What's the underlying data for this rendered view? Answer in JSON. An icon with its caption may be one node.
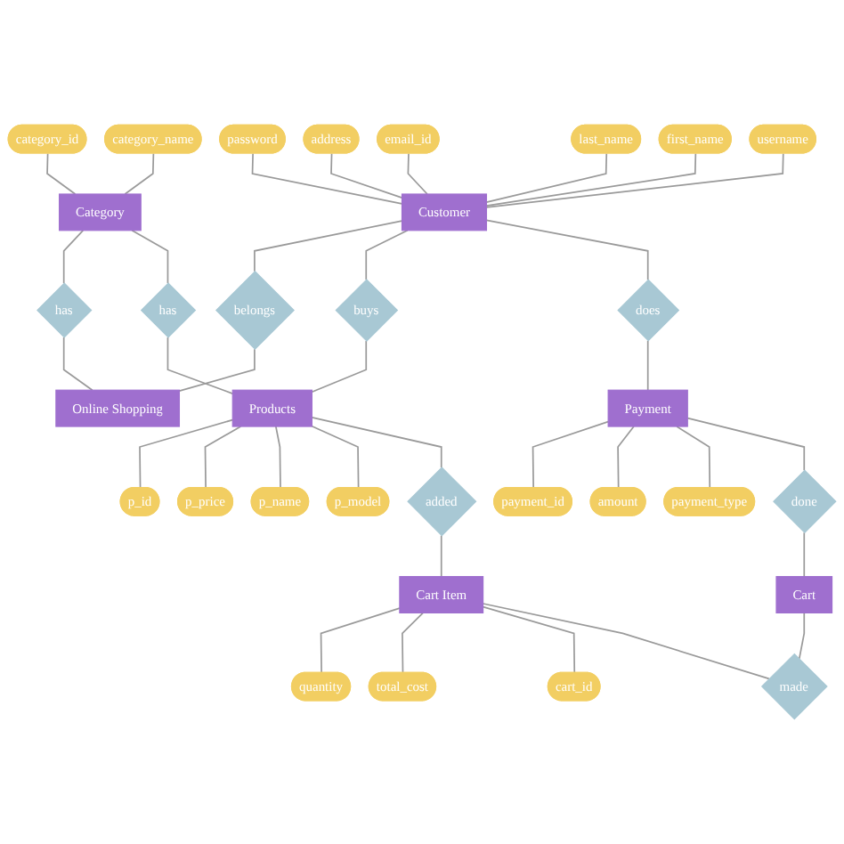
{
  "diagram": {
    "nodes": [
      {
        "text": [
          "category_id"
        ]
      },
      {
        "text": [
          "category_name"
        ]
      },
      {
        "text": [
          "has"
        ]
      },
      {
        "text": [
          "Category"
        ]
      },
      {
        "text": [
          "password"
        ]
      },
      {
        "text": [
          "address"
        ]
      },
      {
        "text": [
          "email_id"
        ]
      },
      {
        "text": [
          "Online Shopping"
        ]
      },
      {
        "text": [
          "has"
        ]
      },
      {
        "text": [
          "last_name"
        ]
      },
      {
        "text": [
          "Customer"
        ]
      },
      {
        "text": [
          "belongs"
        ]
      },
      {
        "text": [
          "first_name"
        ]
      },
      {
        "text": [
          "p_id"
        ]
      },
      {
        "text": [
          "username"
        ]
      },
      {
        "text": [
          "p_price"
        ]
      },
      {
        "text": [
          "buys"
        ]
      },
      {
        "text": [
          "Products"
        ]
      },
      {
        "text": [
          "p_name"
        ]
      },
      {
        "text": [
          "p_model"
        ]
      },
      {
        "text": [
          "quantity"
        ]
      },
      {
        "text": [
          "does"
        ]
      },
      {
        "text": [
          "added"
        ]
      },
      {
        "text": [
          "Cart Item"
        ]
      },
      {
        "text": [
          "total_cost"
        ]
      },
      {
        "text": [
          "payment_id"
        ]
      },
      {
        "text": [
          "cart_id"
        ]
      },
      {
        "text": [
          "Payment"
        ]
      },
      {
        "text": [
          "amount"
        ]
      },
      {
        "text": [
          "payment_type"
        ]
      },
      {
        "text": [
          "done"
        ]
      },
      {
        "text": [
          "Cart"
        ]
      },
      {
        "text": [
          "made"
        ]
      }
    ],
    "edges": [
      {
        "from": 0,
        "to": 3,
        "arrow": "none"
      },
      {
        "from": 1,
        "to": 3,
        "arrow": "none"
      },
      {
        "from": 3,
        "to": 2,
        "arrow": "none"
      },
      {
        "from": 2,
        "to": 7,
        "arrow": "none"
      },
      {
        "from": 3,
        "to": 8,
        "arrow": "none"
      },
      {
        "from": 8,
        "to": 17,
        "arrow": "none"
      },
      {
        "from": 4,
        "to": 10,
        "arrow": "none"
      },
      {
        "from": 5,
        "to": 10,
        "arrow": "none"
      },
      {
        "from": 6,
        "to": 10,
        "arrow": "none"
      },
      {
        "from": 9,
        "to": 10,
        "arrow": "none"
      },
      {
        "from": 12,
        "to": 10,
        "arrow": "none"
      },
      {
        "from": 14,
        "to": 10,
        "arrow": "none"
      },
      {
        "from": 10,
        "to": 11,
        "arrow": "none"
      },
      {
        "from": 11,
        "to": 7,
        "arrow": "none"
      },
      {
        "from": 10,
        "to": 16,
        "arrow": "none"
      },
      {
        "from": 16,
        "to": 17,
        "arrow": "none"
      },
      {
        "from": 17,
        "to": 13,
        "arrow": "none"
      },
      {
        "from": 17,
        "to": 15,
        "arrow": "none"
      },
      {
        "from": 17,
        "to": 18,
        "arrow": "none"
      },
      {
        "from": 17,
        "to": 19,
        "arrow": "none"
      },
      {
        "from": 17,
        "to": 22,
        "arrow": "none"
      },
      {
        "from": 22,
        "to": 23,
        "arrow": "none"
      },
      {
        "from": 23,
        "to": 20,
        "arrow": "none"
      },
      {
        "from": 23,
        "to": 24,
        "arrow": "none"
      },
      {
        "from": 23,
        "to": 26,
        "arrow": "none"
      },
      {
        "from": 10,
        "to": 21,
        "arrow": "none"
      },
      {
        "from": 21,
        "to": 27,
        "arrow": "none"
      },
      {
        "from": 27,
        "to": 25,
        "arrow": "none"
      },
      {
        "from": 27,
        "to": 28,
        "arrow": "none"
      },
      {
        "from": 27,
        "to": 29,
        "arrow": "none"
      },
      {
        "from": 27,
        "to": 30,
        "arrow": "none"
      },
      {
        "from": 30,
        "to": 31,
        "arrow": "none"
      },
      {
        "from": 31,
        "to": 32,
        "arrow": "none"
      },
      {
        "from": 23,
        "to": 32,
        "arrow": "none"
      }
    ]
  }
}
